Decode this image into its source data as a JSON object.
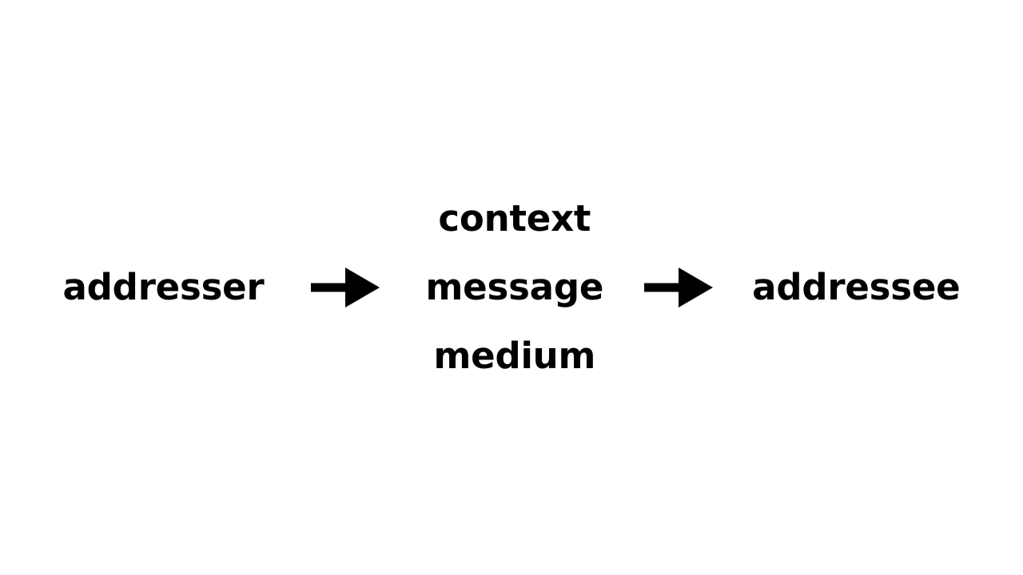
{
  "diagram": {
    "type": "flow-diagram",
    "orientation": "horizontal",
    "background_color": "#ffffff",
    "text_color": "#000000",
    "stages": [
      {
        "id": "addresser",
        "position": "left",
        "labels": [
          "addresser"
        ]
      },
      {
        "id": "message-column",
        "position": "center",
        "labels": [
          "context",
          "message",
          "medium"
        ]
      },
      {
        "id": "addressee",
        "position": "right",
        "labels": [
          "addressee"
        ]
      }
    ],
    "connectors": [
      {
        "id": "arrow-1",
        "icon": "arrow-right-icon",
        "from": "addresser",
        "to": "message-column",
        "direction": "right"
      },
      {
        "id": "arrow-2",
        "icon": "arrow-right-icon",
        "from": "message-column",
        "to": "addressee",
        "direction": "right"
      }
    ],
    "nodes": {
      "addresser": "addresser",
      "context": "context",
      "message": "message",
      "medium": "medium",
      "addressee": "addressee"
    }
  }
}
